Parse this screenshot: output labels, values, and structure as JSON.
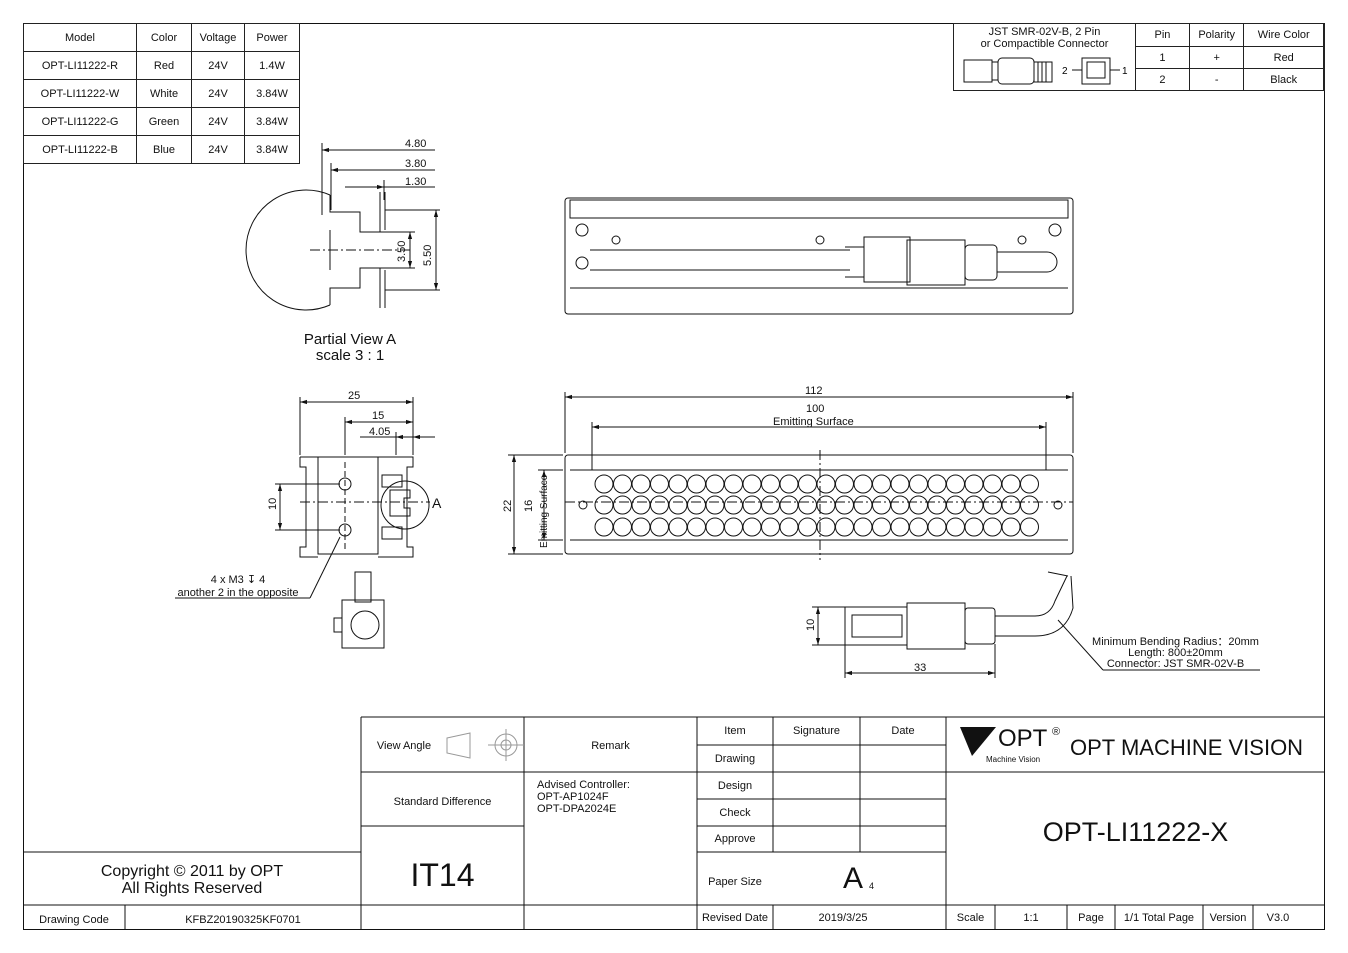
{
  "model_table": {
    "headers": [
      "Model",
      "Color",
      "Voltage",
      "Power"
    ],
    "rows": [
      [
        "OPT-LI11222-R",
        "Red",
        "24V",
        "1.4W"
      ],
      [
        "OPT-LI11222-W",
        "White",
        "24V",
        "3.84W"
      ],
      [
        "OPT-LI11222-G",
        "Green",
        "24V",
        "3.84W"
      ],
      [
        "OPT-LI11222-B",
        "Blue",
        "24V",
        "3.84W"
      ]
    ]
  },
  "connector_table": {
    "connector_line1": "JST SMR-02V-B, 2 Pin",
    "connector_line2": "or Compactible Connector",
    "headers": [
      "Pin",
      "Polarity",
      "Wire Color"
    ],
    "rows": [
      [
        "1",
        "+",
        "Red"
      ],
      [
        "2",
        "-",
        "Black"
      ]
    ],
    "pin2_label": "2",
    "pin1_label": "1"
  },
  "partial_view": {
    "dim_4_80": "4.80",
    "dim_3_80": "3.80",
    "dim_1_30": "1.30",
    "dim_3_50": "3.50",
    "dim_5_50": "5.50",
    "title": "Partial View A",
    "scale": "scale 3 : 1"
  },
  "side_view": {
    "dim_25": "25",
    "dim_15": "15",
    "dim_4_05": "4.05",
    "dim_10": "10",
    "view_marker": "A",
    "note_line1": "4 x M3 ↧ 4",
    "note_line2": "another 2 in the opposite"
  },
  "front_view": {
    "dim_112": "112",
    "dim_100": "100",
    "emitting_label": "Emitting Surface",
    "dim_22": "22",
    "dim_16": "16",
    "emitting_vertical": "Emitting Surface"
  },
  "cable_view": {
    "dim_10": "10",
    "dim_33": "33",
    "note_line1": "Minimum Bending Radius：20mm",
    "note_line2": "Length: 800±20mm",
    "note_line3": "Connector: JST SMR-02V-B"
  },
  "title_block": {
    "view_angle": "View Angle",
    "remark": "Remark",
    "standard_difference": "Standard Difference",
    "advised_1": "Advised Controller:",
    "advised_2": "OPT-AP1024F",
    "advised_3": "OPT-DPA2024E",
    "tolerance": "IT14",
    "item": "Item",
    "signature": "Signature",
    "date": "Date",
    "drawing": "Drawing",
    "design": "Design",
    "check": "Check",
    "approve": "Approve",
    "paper_size": "Paper Size",
    "paper_size_value": "A",
    "paper_size_sub": "4",
    "revised_date": "Revised Date",
    "revised_date_value": "2019/3/25",
    "logo_text": "OPT",
    "logo_reg": "®",
    "logo_sub": "Machine Vision",
    "company": "OPT MACHINE VISION",
    "part_number": "OPT-LI11222-X",
    "scale_label": "Scale",
    "scale_value": "1:1",
    "page_label": "Page",
    "page_value": "1/1 Total Page",
    "version_label": "Version",
    "version_value": "V3.0"
  },
  "copyright": {
    "line1": "Copyright © 2011 by OPT",
    "line2": "All Rights Reserved",
    "code_label": "Drawing Code",
    "code_value": "KFBZ20190325KF0701"
  }
}
